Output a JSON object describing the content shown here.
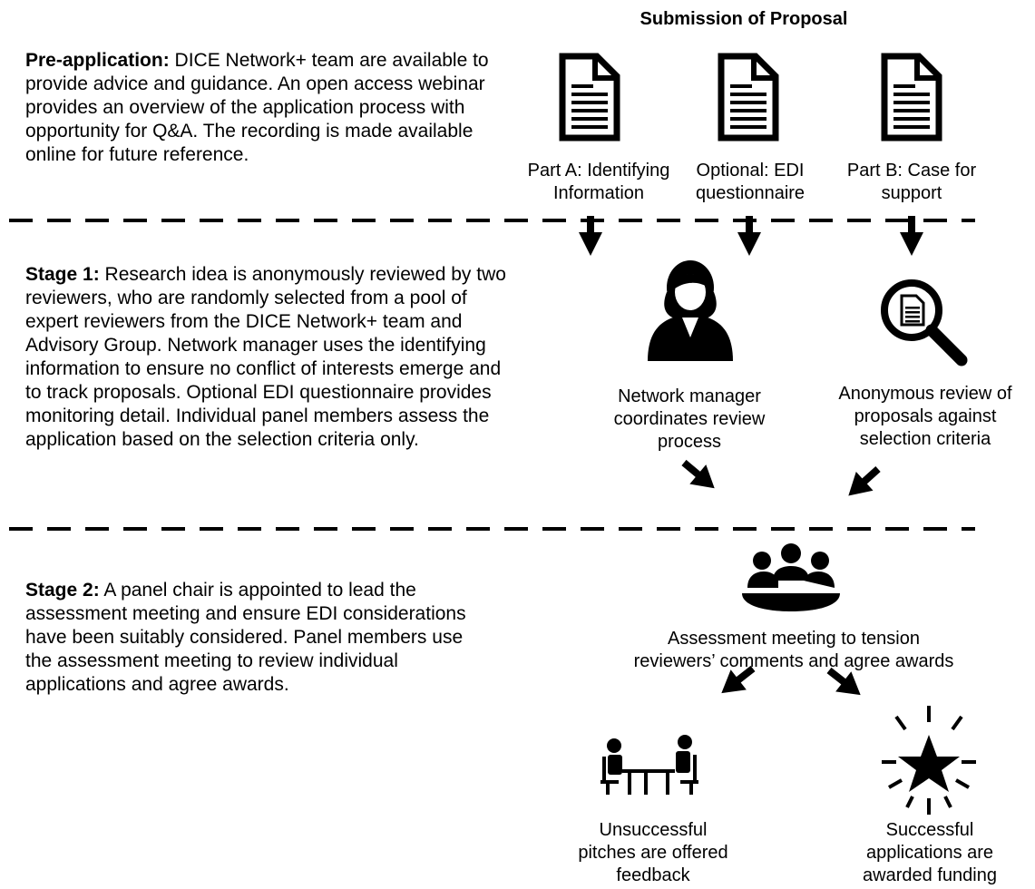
{
  "submission_title": "Submission of Proposal",
  "pre_application": {
    "heading": "Pre-application:",
    "text": "DICE Network+ team are available to provide advice and guidance. An open access webinar provides an overview of the application process with opportunity for Q&A. The recording is made available online for future reference."
  },
  "stage1": {
    "heading": "Stage 1:",
    "text": "Research idea is anonymously reviewed by two reviewers, who are randomly selected from a pool of expert reviewers from the DICE Network+ team and Advisory Group. Network manager uses the identifying information to ensure no conflict of interests emerge and to track proposals. Optional EDI questionnaire provides monitoring detail. Individual panel members assess the application based on the selection criteria only."
  },
  "stage2": {
    "heading": "Stage 2:",
    "text": "A panel chair is appointed to lead the assessment meeting and ensure EDI considerations have been suitably considered. Panel members use the assessment meeting to review individual applications and agree awards."
  },
  "documents": [
    {
      "line1": "Part A: Identifying",
      "line2": "Information",
      "icon": "document-icon"
    },
    {
      "line1": "Optional: EDI",
      "line2": "questionnaire",
      "icon": "document-icon"
    },
    {
      "line1": "Part B: Case for",
      "line2": "support",
      "icon": "document-icon"
    }
  ],
  "network_manager": {
    "line1": "Network manager",
    "line2": "coordinates review",
    "line3": "process",
    "icon": "person-icon"
  },
  "anonymous_review": {
    "line1": "Anonymous review of",
    "line2": "proposals against",
    "line3": "selection criteria",
    "icon": "magnifier-document-icon"
  },
  "assessment_meeting": {
    "line1": "Assessment meeting to tension",
    "line2": "reviewers’ comments and agree awards",
    "icon": "group-meeting-icon"
  },
  "unsuccessful": {
    "line1": "Unsuccessful",
    "line2": "pitches are offered",
    "line3": "feedback",
    "icon": "table-meeting-icon"
  },
  "successful": {
    "line1": "Successful",
    "line2": "applications are",
    "line3": "awarded funding",
    "icon": "star-burst-icon"
  }
}
